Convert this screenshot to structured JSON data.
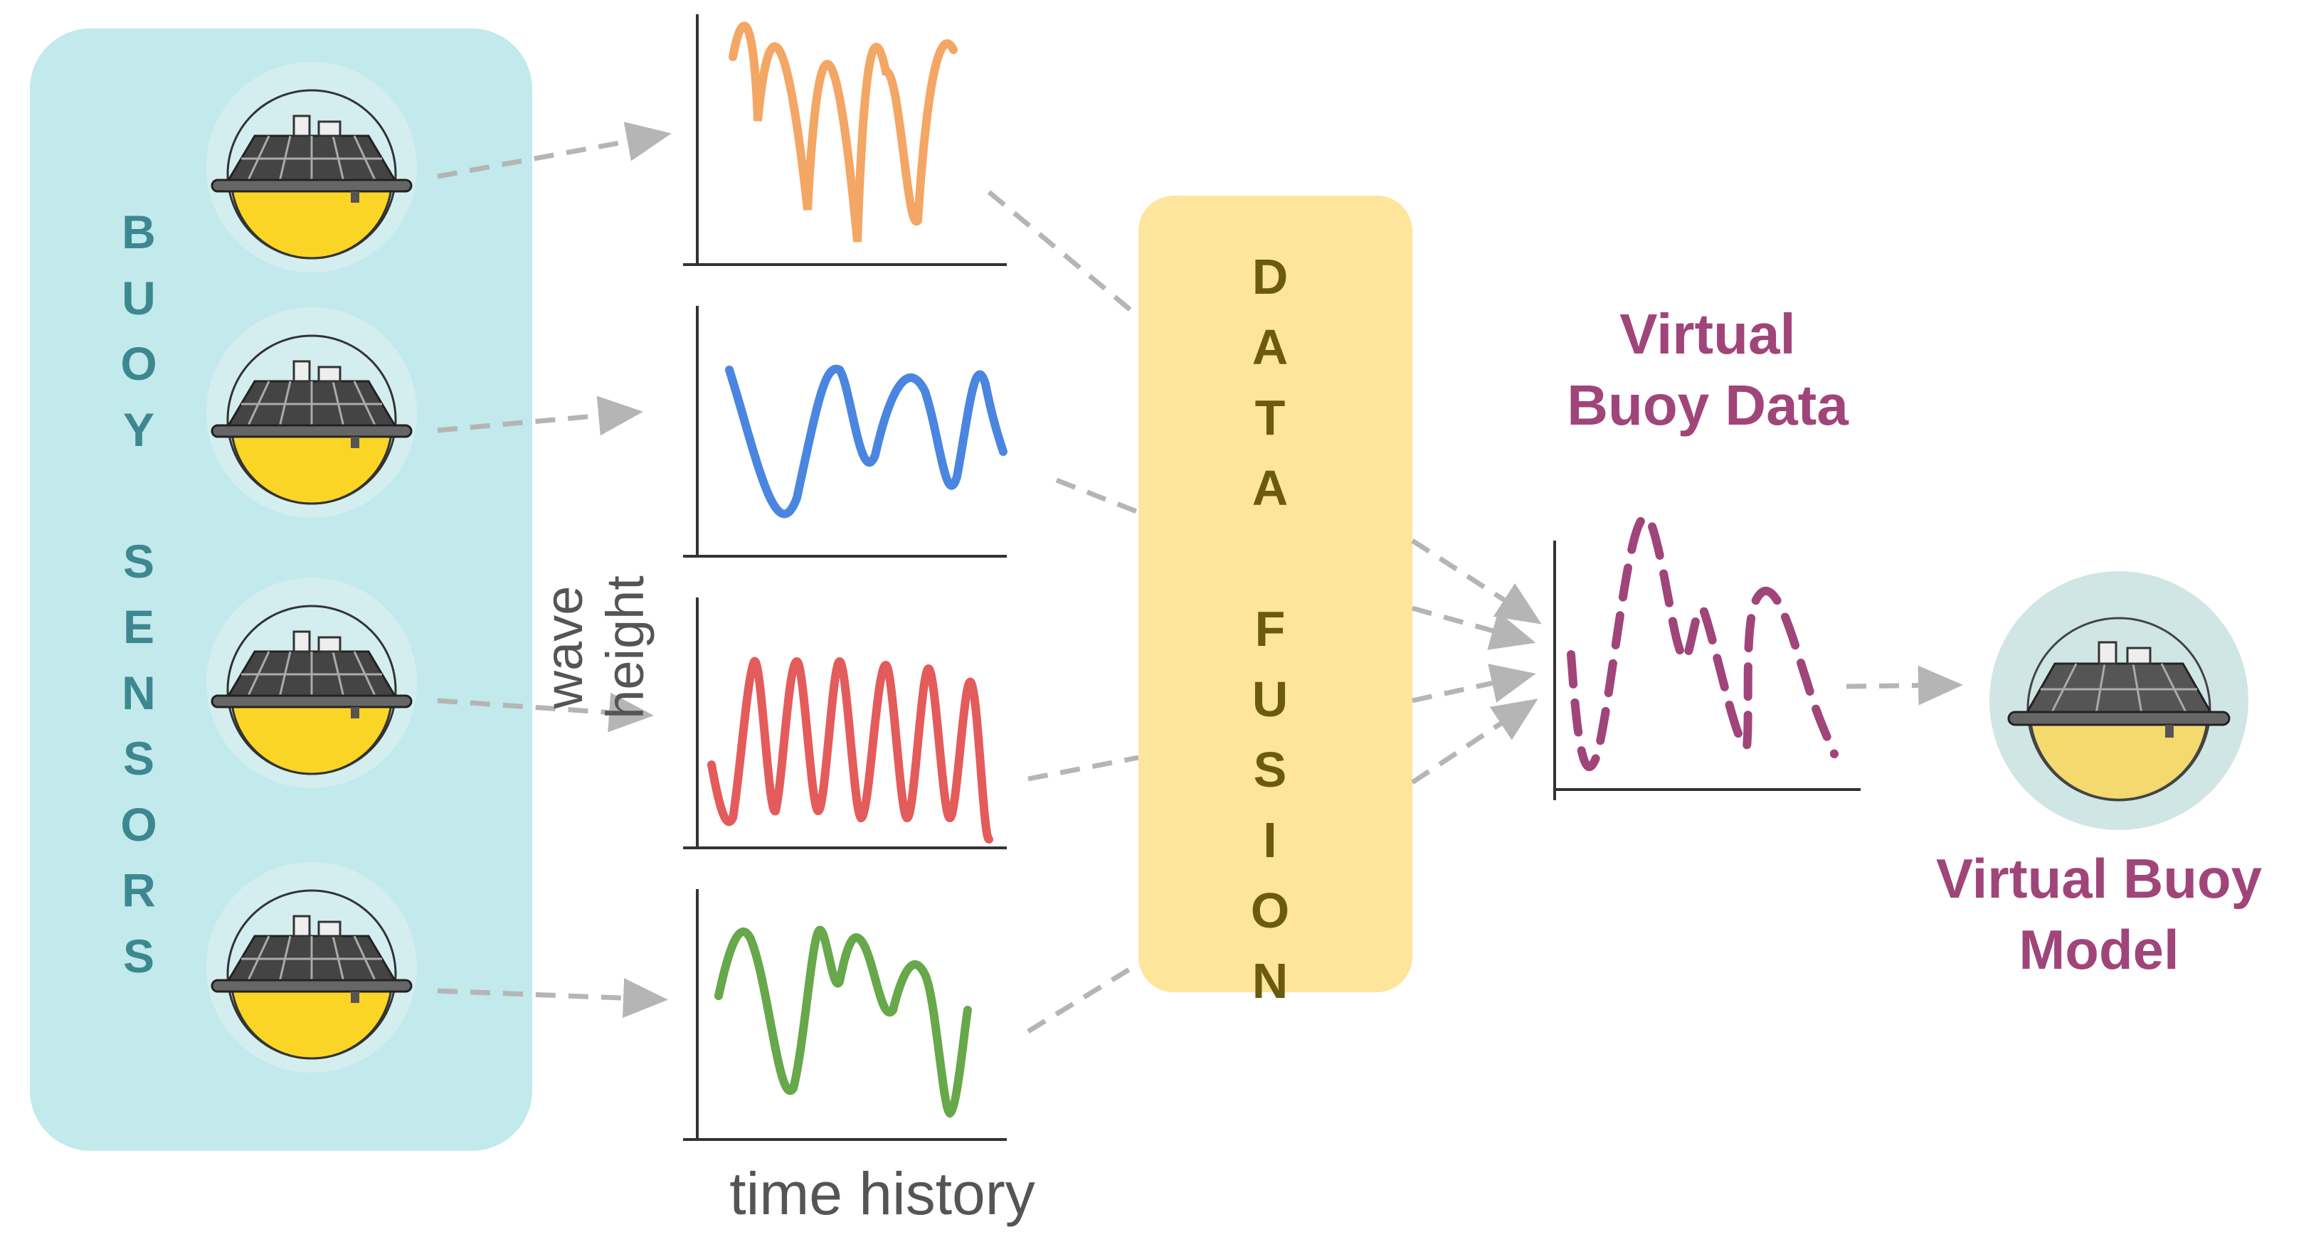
{
  "diagram": {
    "sensors_group": {
      "letters": [
        "B",
        "U",
        "O",
        "Y",
        "",
        "S",
        "E",
        "N",
        "S",
        "O",
        "R",
        "S"
      ]
    },
    "fusion_box": {
      "letters": [
        "D",
        "A",
        "T",
        "A",
        "",
        "F",
        "U",
        "S",
        "I",
        "O",
        "N"
      ]
    },
    "axis_y_label": "wave\nheight",
    "axis_x_label": "time history",
    "virtual_data_title": "Virtual\nBuoy Data",
    "virtual_model_title": "Virtual Buoy\nModel",
    "colors": {
      "sensors_panel": "#c2e9eb",
      "buoy_halo": "#d4eef0",
      "buoy_hull": "#fad526",
      "fusion_box": "#fde59c",
      "fusion_text": "#6b5a10",
      "sensors_text": "#3d8791",
      "series_orange": "#f4a664",
      "series_blue": "#4a86e0",
      "series_red": "#e45b5b",
      "series_green": "#66a84a",
      "virtual_series": "#a0457a",
      "arrow": "#b5b5b5",
      "model_halo": "#d0e6e5",
      "model_hull": "#f3d96e"
    }
  }
}
